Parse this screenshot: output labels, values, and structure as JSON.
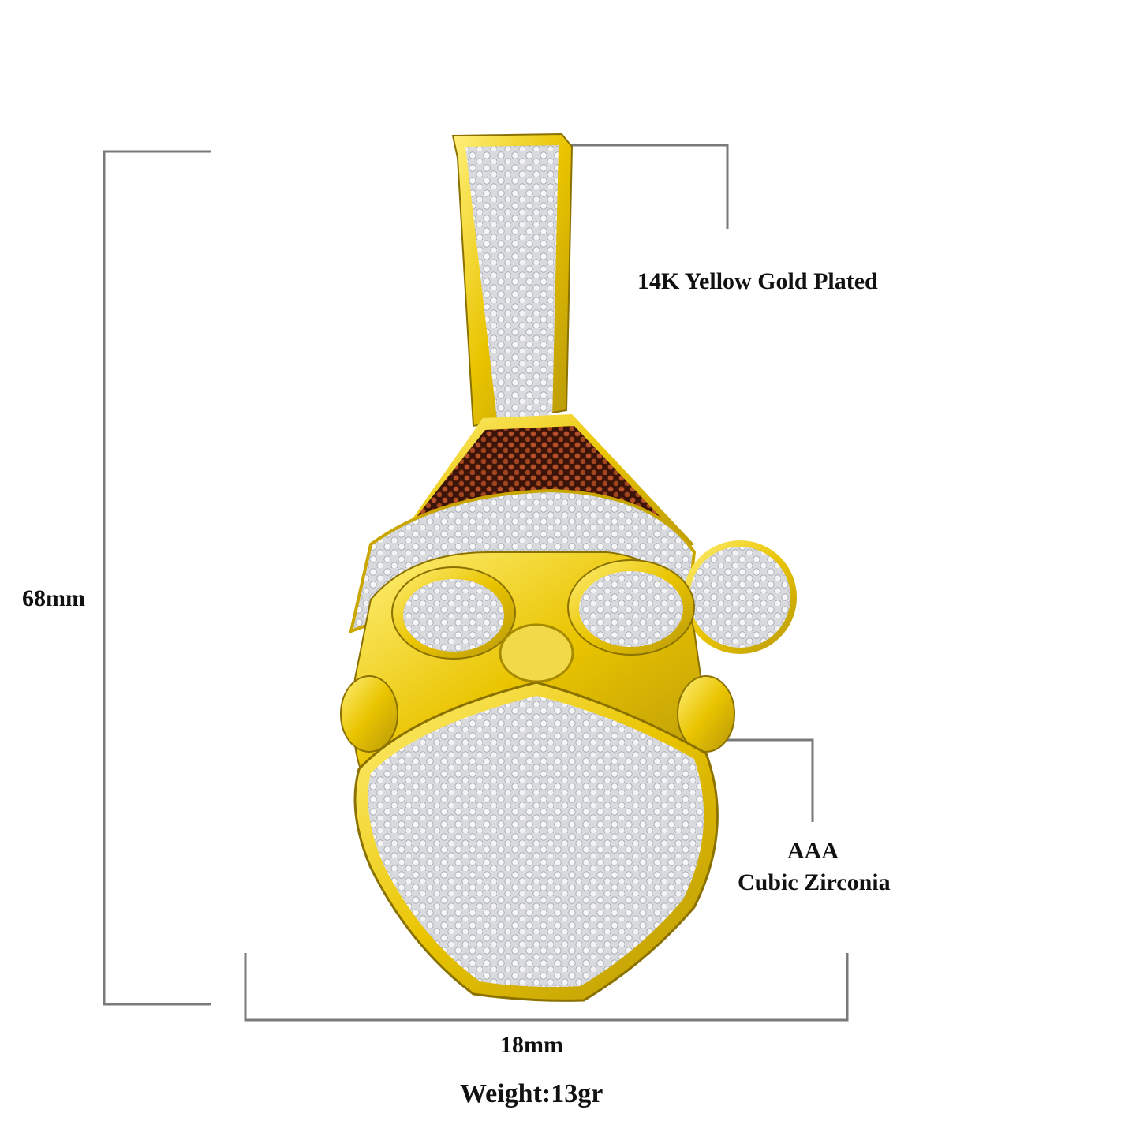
{
  "product": {
    "image_name": "santa-claus-pendant"
  },
  "callouts": {
    "plating": "14K Yellow Gold Plated",
    "stone_grade": "AAA",
    "stone_type": "Cubic Zirconia"
  },
  "dimensions": {
    "height": "68mm",
    "width": "18mm",
    "weight": "Weight:13gr"
  },
  "colors": {
    "gold": "#e9c400",
    "gold_dark": "#b8980a",
    "stone_white": "#e8e8ec",
    "stone_shadow": "#b9bcc4",
    "hat_red": "#8a3418",
    "dimension_line": "#7a7a7a"
  }
}
